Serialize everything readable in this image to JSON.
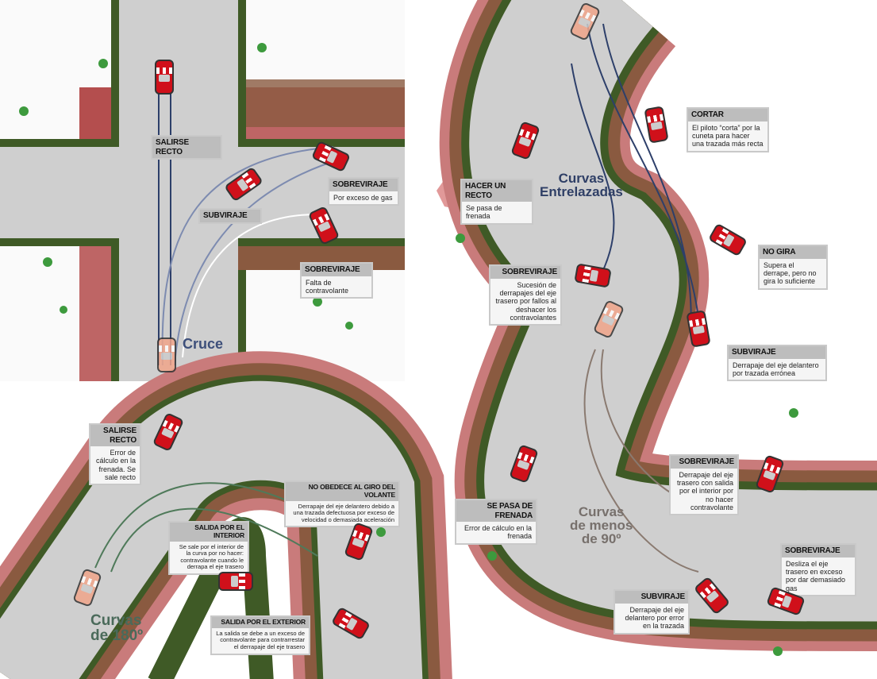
{
  "colors": {
    "road": "#cfcfcf",
    "edge": "#3f5a26",
    "dirt": "#8a5a40",
    "pink": "#d98080",
    "car": "#d0101a"
  },
  "cruce": {
    "title": "Cruce",
    "labels": [
      {
        "heading": "SALIRSE RECTO",
        "text": ""
      },
      {
        "heading": "SUBVIRAJE",
        "text": ""
      },
      {
        "heading": "SOBREVIRAJE",
        "text": "Por exceso de gas"
      },
      {
        "heading": "SOBREVIRAJE",
        "text": "Falta de contravolante"
      }
    ]
  },
  "curvas180": {
    "title_line1": "Curvas",
    "title_line2": "de 180º",
    "labels": [
      {
        "heading": "SALIRSE RECTO",
        "text": "Error de cálculo en la frenada. Se sale recto"
      },
      {
        "heading": "NO OBEDECE AL GIRO DEL VOLANTE",
        "text": "Derrapaje del eje delantero debido a una trazada defectuosa por exceso de velocidad o demasiada aceleración"
      },
      {
        "heading": "SALIDA POR EL INTERIOR",
        "text": "Se sale por el interior de la curva por no hacer: contravolante cuando le derrapa el eje trasero"
      },
      {
        "heading": "SALIDA POR EL EXTERIOR",
        "text": "La salida se debe a un exceso de contravolante para contrarrestar el derrapaje del eje trasero"
      }
    ]
  },
  "entrelazadas": {
    "title_line1": "Curvas",
    "title_line2": "Entrelazadas",
    "labels": [
      {
        "heading": "CORTAR",
        "text": "El piloto “corta” por la cuneta para hacer una trazada más recta"
      },
      {
        "heading": "HACER UN RECTO",
        "text": "Se pasa de frenada"
      },
      {
        "heading": "NO GIRA",
        "text": "Supera el derrape, pero no gira lo suficiente"
      },
      {
        "heading": "SOBREVIRAJE",
        "text": "Sucesión de derrapajes del eje trasero por fallos al deshacer los contravolantes"
      },
      {
        "heading": "SUBVIRAJE",
        "text": "Derrapaje del eje delantero por trazada errónea"
      }
    ]
  },
  "menos90": {
    "title_line1": "Curvas",
    "title_line2": "de menos",
    "title_line3": "de 90º",
    "labels": [
      {
        "heading": "SOBREVIRAJE",
        "text": "Derrapaje del eje trasero con salida por el interior por no hacer contravolante"
      },
      {
        "heading": "SE PASA DE FRENADA",
        "text": "Error de cálculo en la frenada"
      },
      {
        "heading": "SOBREVIRAJE",
        "text": "Desliza el eje trasero en exceso por dar demasiado gas"
      },
      {
        "heading": "SUBVIRAJE",
        "text": "Derrapaje del eje delantero por error en la trazada"
      }
    ]
  }
}
